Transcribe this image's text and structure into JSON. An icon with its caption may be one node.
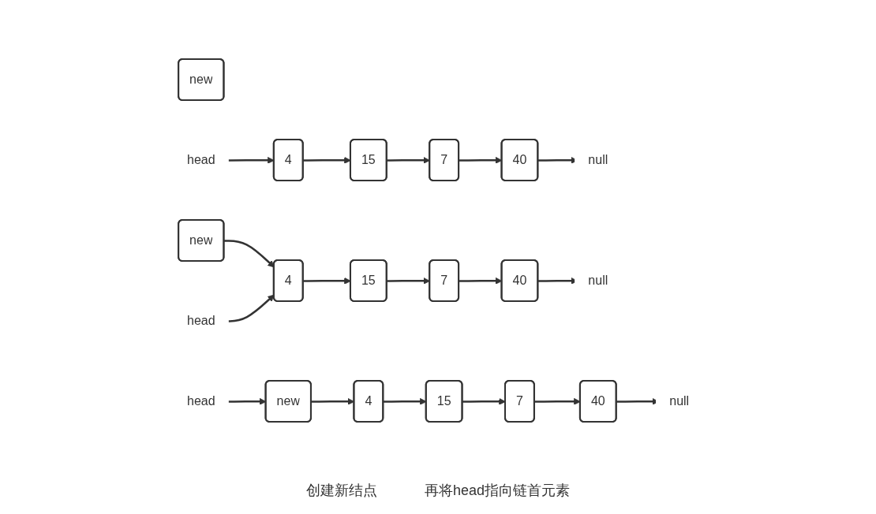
{
  "diagram": {
    "nodes": [
      {
        "text": [
          "new"
        ]
      },
      {
        "text": [
          "4"
        ]
      },
      {
        "text": [
          "15"
        ]
      },
      {
        "text": [
          "7"
        ]
      },
      {
        "text": [
          "40"
        ]
      },
      {
        "text": [
          "null"
        ]
      },
      {
        "text": [
          "head"
        ]
      },
      {
        "text": [
          "new"
        ]
      },
      {
        "text": [
          "4"
        ]
      },
      {
        "text": [
          "15"
        ]
      },
      {
        "text": [
          "7"
        ]
      },
      {
        "text": [
          "40"
        ]
      },
      {
        "text": [
          "null"
        ]
      },
      {
        "text": [
          "head"
        ]
      },
      {
        "text": [
          "new"
        ]
      },
      {
        "text": [
          "4"
        ]
      },
      {
        "text": [
          "15"
        ]
      },
      {
        "text": [
          "7"
        ]
      },
      {
        "text": [
          "40"
        ]
      },
      {
        "text": [
          "null"
        ]
      },
      {
        "text": [
          "head"
        ]
      }
    ],
    "edges": [
      {
        "from": 1,
        "to": 2,
        "arrow": "to"
      },
      {
        "from": 2,
        "to": 3,
        "arrow": "to"
      },
      {
        "from": 3,
        "to": 4,
        "arrow": "to"
      },
      {
        "from": 4,
        "to": 5,
        "arrow": "to"
      },
      {
        "from": 6,
        "to": 1,
        "arrow": "to"
      },
      {
        "from": 7,
        "to": 8,
        "arrow": "to"
      },
      {
        "from": 8,
        "to": 9,
        "arrow": "to"
      },
      {
        "from": 9,
        "to": 10,
        "arrow": "to"
      },
      {
        "from": 10,
        "to": 11,
        "arrow": "to"
      },
      {
        "from": 11,
        "to": 12,
        "arrow": "to"
      },
      {
        "from": 13,
        "to": 8,
        "arrow": "to"
      },
      {
        "from": 14,
        "to": 15,
        "arrow": "to"
      },
      {
        "from": 15,
        "to": 16,
        "arrow": "to"
      },
      {
        "from": 16,
        "to": 17,
        "arrow": "to"
      },
      {
        "from": 17,
        "to": 18,
        "arrow": "to"
      },
      {
        "from": 18,
        "to": 19,
        "arrow": "to"
      },
      {
        "from": 20,
        "to": 14,
        "arrow": "to"
      }
    ],
    "labels": [
      "创建新结点",
      "再将head指向链首元素"
    ]
  }
}
